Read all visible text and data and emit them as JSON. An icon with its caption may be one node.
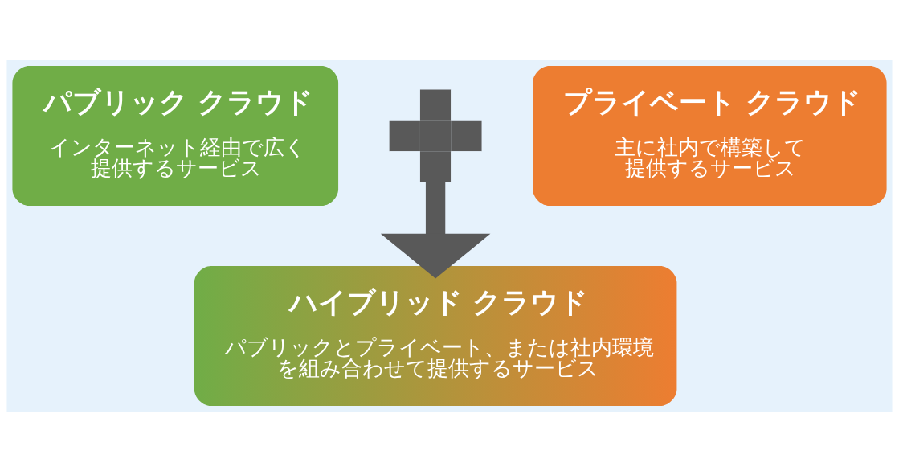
{
  "diagram": {
    "nodes": [
      {
        "text": [
          "パブリック クラウド",
          "インターネット経由で広く提供するサービス"
        ]
      },
      {
        "text": [],
        "shape": "plus"
      },
      {
        "text": [
          "プライベート クラウド",
          "主に社内で構築して提供するサービス"
        ]
      },
      {
        "text": [
          "ハイブリッド クラウド",
          "パブリックとプライベート、または社内環境を組み合わせて提供するサービス"
        ]
      }
    ],
    "edges": [
      {
        "from": 1,
        "to": 3,
        "arrow": "to"
      }
    ]
  }
}
